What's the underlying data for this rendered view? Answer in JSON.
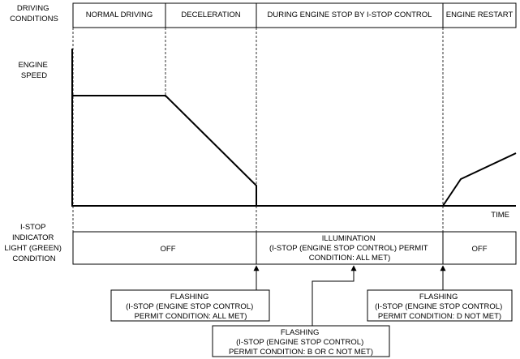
{
  "header": {
    "row_label": [
      "DRIVING",
      "CONDITIONS"
    ],
    "phases": [
      "NORMAL DRIVING",
      "DECELERATION",
      "DURING ENGINE STOP BY I-STOP CONTROL",
      "ENGINE RESTART"
    ]
  },
  "engine_speed": {
    "label": [
      "ENGINE",
      "SPEED"
    ],
    "x_label": "TIME"
  },
  "indicator": {
    "row_label": [
      "I-STOP",
      "INDICATOR",
      "LIGHT (GREEN)",
      "CONDITION"
    ],
    "states": {
      "off_left": "OFF",
      "illumination": [
        "ILLUMINATION",
        "(I-STOP (ENGINE STOP CONTROL) PERMIT",
        "CONDITION: ALL MET)"
      ],
      "off_right": "OFF"
    }
  },
  "callouts": {
    "flashing_all_met": [
      "FLASHING",
      "(I-STOP (ENGINE STOP CONTROL)",
      "PERMIT CONDITION: ALL MET)"
    ],
    "flashing_b_or_c": [
      "FLASHING",
      "(I-STOP (ENGINE STOP CONTROL)",
      "PERMIT CONDITION: B OR C NOT MET)"
    ],
    "flashing_d": [
      "FLASHING",
      "(I-STOP (ENGINE STOP CONTROL)",
      "PERMIT CONDITION: D NOT MET)"
    ]
  }
}
